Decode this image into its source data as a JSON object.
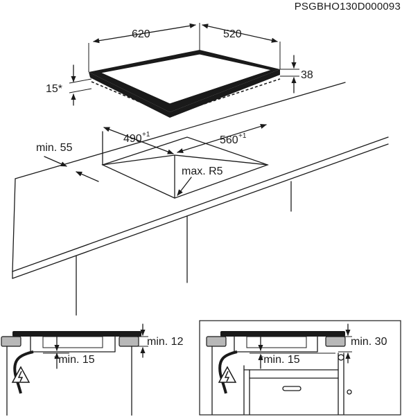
{
  "doc_code": "PSGBHO130D000093",
  "hob": {
    "width_label": "620",
    "depth_label": "520",
    "height_label": "38",
    "surround_label": "15*"
  },
  "cutout": {
    "width_label": "490",
    "width_tol": "+1",
    "depth_label": "560",
    "depth_tol": "+1",
    "edge_label": "min. 55",
    "radius_label": "max. R5"
  },
  "detail_left": {
    "top_label": "min. 12",
    "below_label": "*min. 15"
  },
  "detail_right": {
    "top_label": "min. 30",
    "below_label": "*min. 15"
  },
  "colors": {
    "line": "#1a1a1a",
    "gray": "#b8b8b8"
  }
}
